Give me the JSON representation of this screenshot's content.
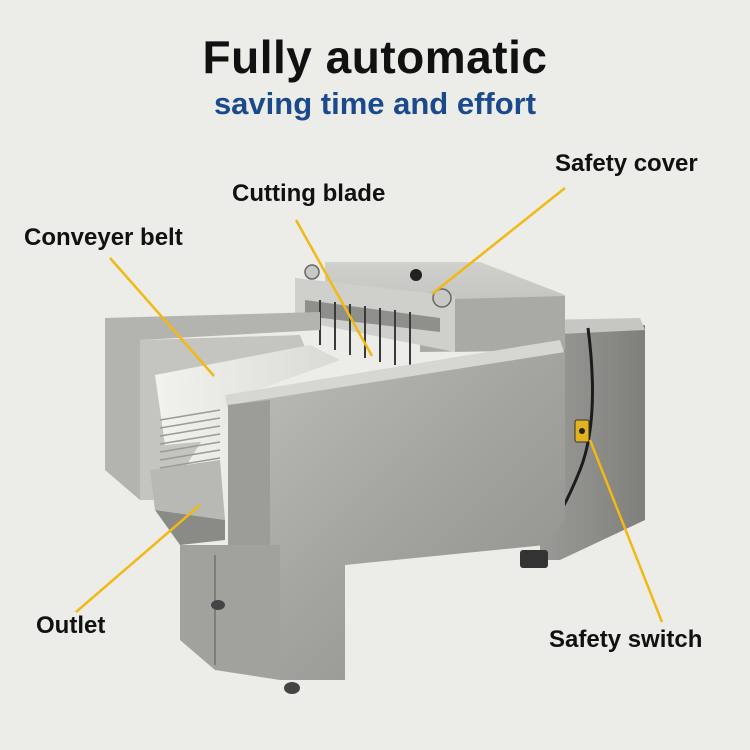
{
  "headline": {
    "title": "Fully automatic",
    "subtitle": "saving time and effort"
  },
  "callouts": {
    "safety_cover": "Safety cover",
    "cutting_blade": "Cutting blade",
    "conveyer_belt": "Conveyer belt",
    "outlet": "Outlet",
    "safety_switch": "Safety switch"
  },
  "colors": {
    "background": "#ecece9",
    "title": "#111111",
    "subtitle": "#1b4a8c",
    "leader_lines": "#f2b814",
    "steel": "#a7a7a3"
  }
}
